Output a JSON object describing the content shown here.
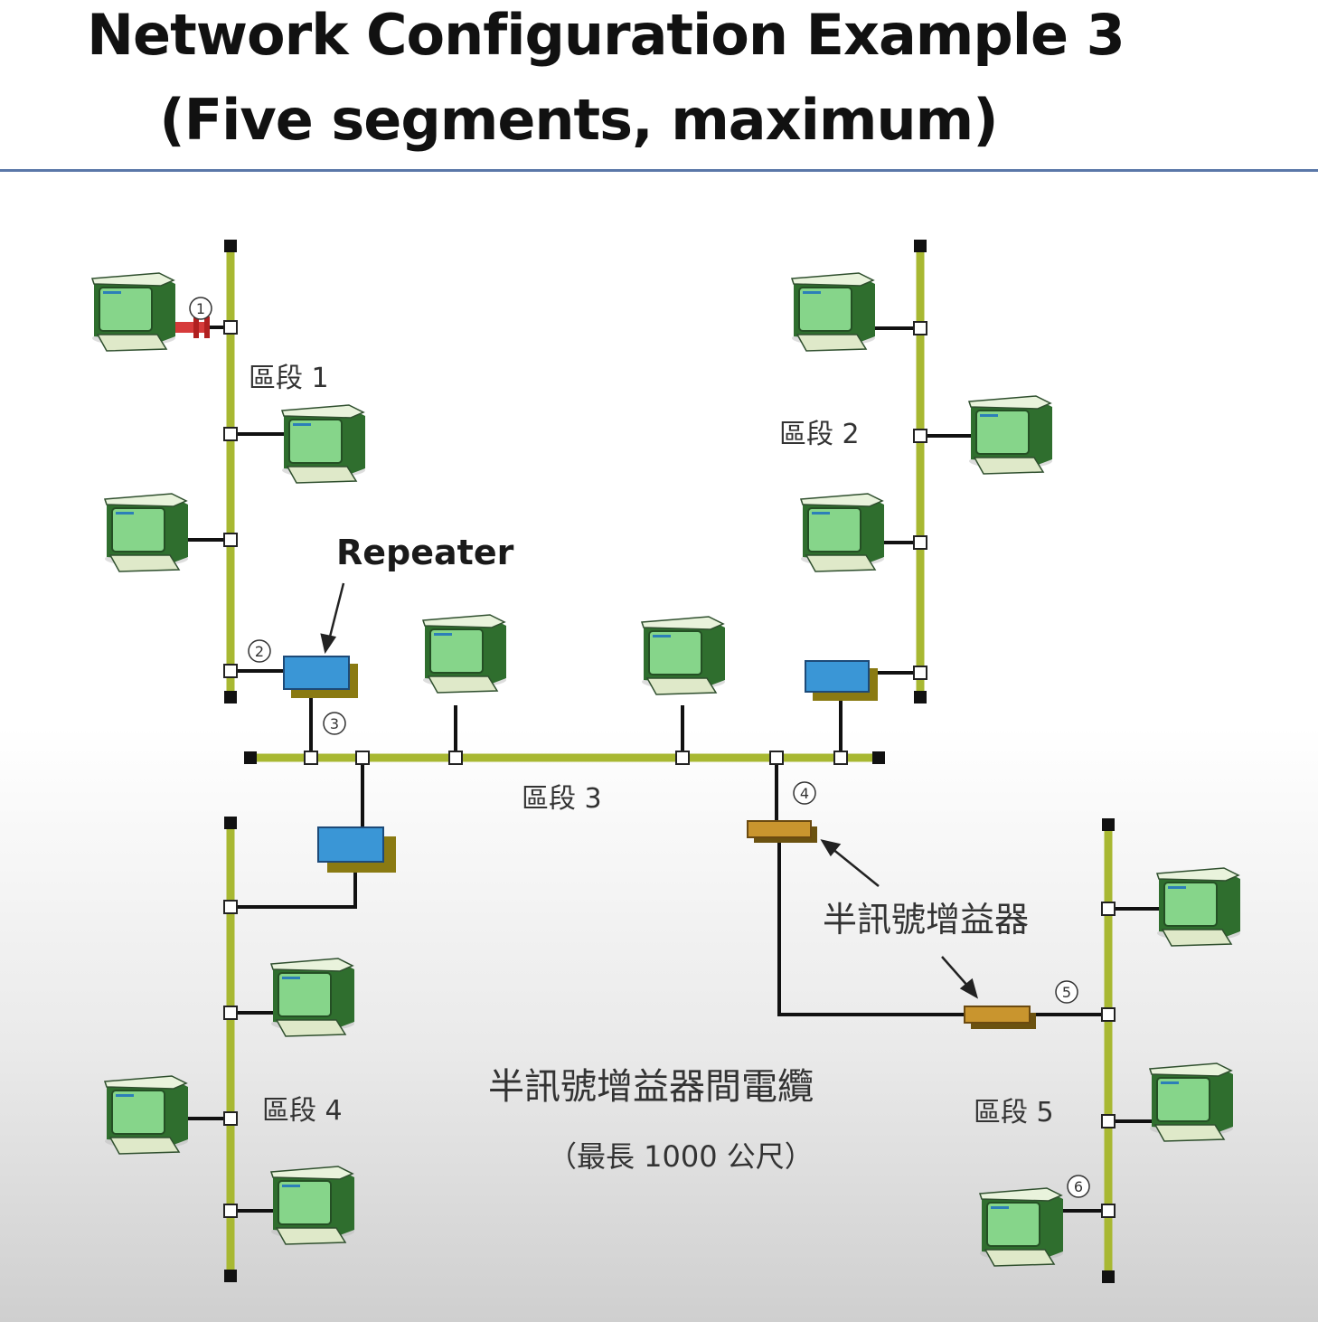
{
  "title": {
    "line1": "Network Configuration Example 3",
    "line2": "(Five segments, maximum)"
  },
  "segments": [
    {
      "label": "區段 1"
    },
    {
      "label": "區段 2"
    },
    {
      "label": "區段 3"
    },
    {
      "label": "區段 4"
    },
    {
      "label": "區段 5"
    }
  ],
  "labels": {
    "repeater": "Repeater",
    "half_repeater": "半訊號增益器",
    "link_cable": "半訊號增益器間電纜",
    "link_cable_note": "（最長 1000 公尺）"
  },
  "markers": [
    "1",
    "2",
    "3",
    "4",
    "5",
    "6"
  ],
  "colors": {
    "backbone": "#a8b832",
    "repeater": "#3a96d6",
    "half_repeater": "#c9952e",
    "monitor_screen": "#7fd08a",
    "rule": "#5a77a8"
  }
}
